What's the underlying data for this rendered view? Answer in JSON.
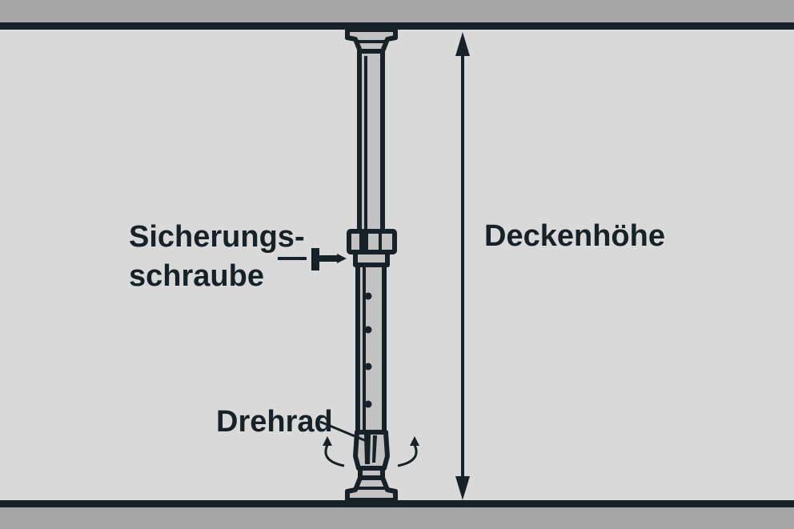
{
  "labels": {
    "safety_screw_line1": "Sicherungs-",
    "safety_screw_line2": "schraube",
    "ceiling_height": "Deckenhöhe",
    "turn_wheel": "Drehrad"
  },
  "colors": {
    "background": "#d9d9d9",
    "slab": "#a6a6a6",
    "outline": "#162227",
    "prop_fill": "#c2c2c2"
  }
}
